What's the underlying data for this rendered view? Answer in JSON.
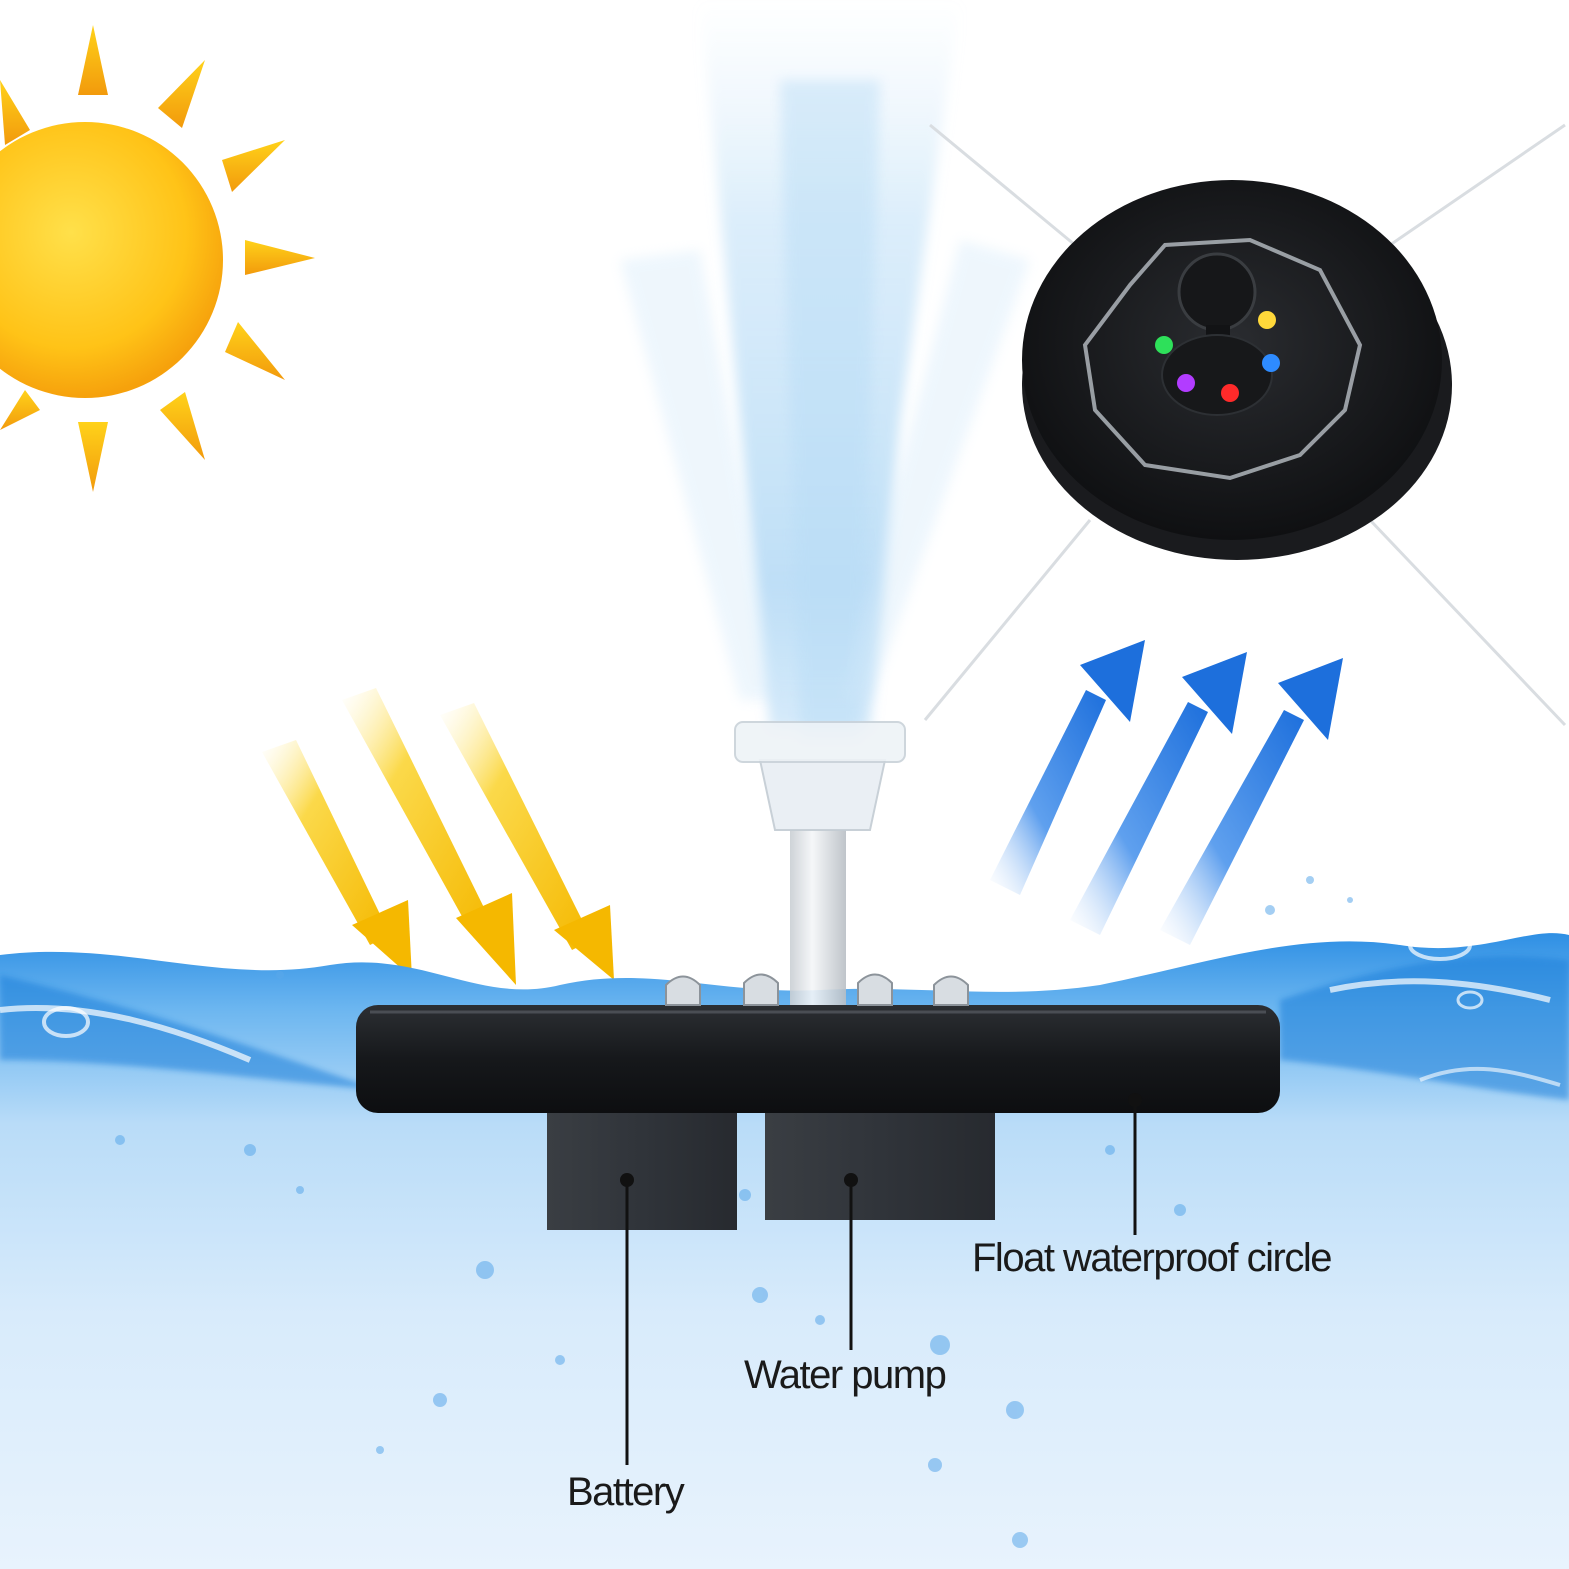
{
  "labels": {
    "float_circle": "Float waterproof circle",
    "water_pump": "Water pump",
    "battery": "Battery"
  },
  "colors": {
    "sun_inner": "#ffd21a",
    "sun_outer": "#f6a10c",
    "sun_ray_arrow": "#f8c40c",
    "heat_arrow": "#1f73e0",
    "water_top": "#3d9be8",
    "water_deep": "#cfe7fa",
    "device_body": "#1b1d20",
    "module_box": "#32363a",
    "led_colors": [
      "#ffd83a",
      "#2e8bff",
      "#ff2a2a",
      "#b23cff",
      "#2ee05a"
    ]
  },
  "icons": [
    "sun-icon",
    "sunlight-arrow-icon",
    "upward-arrow-icon",
    "water-drop-icon",
    "solar-panel-icon",
    "nozzle-icon"
  ]
}
